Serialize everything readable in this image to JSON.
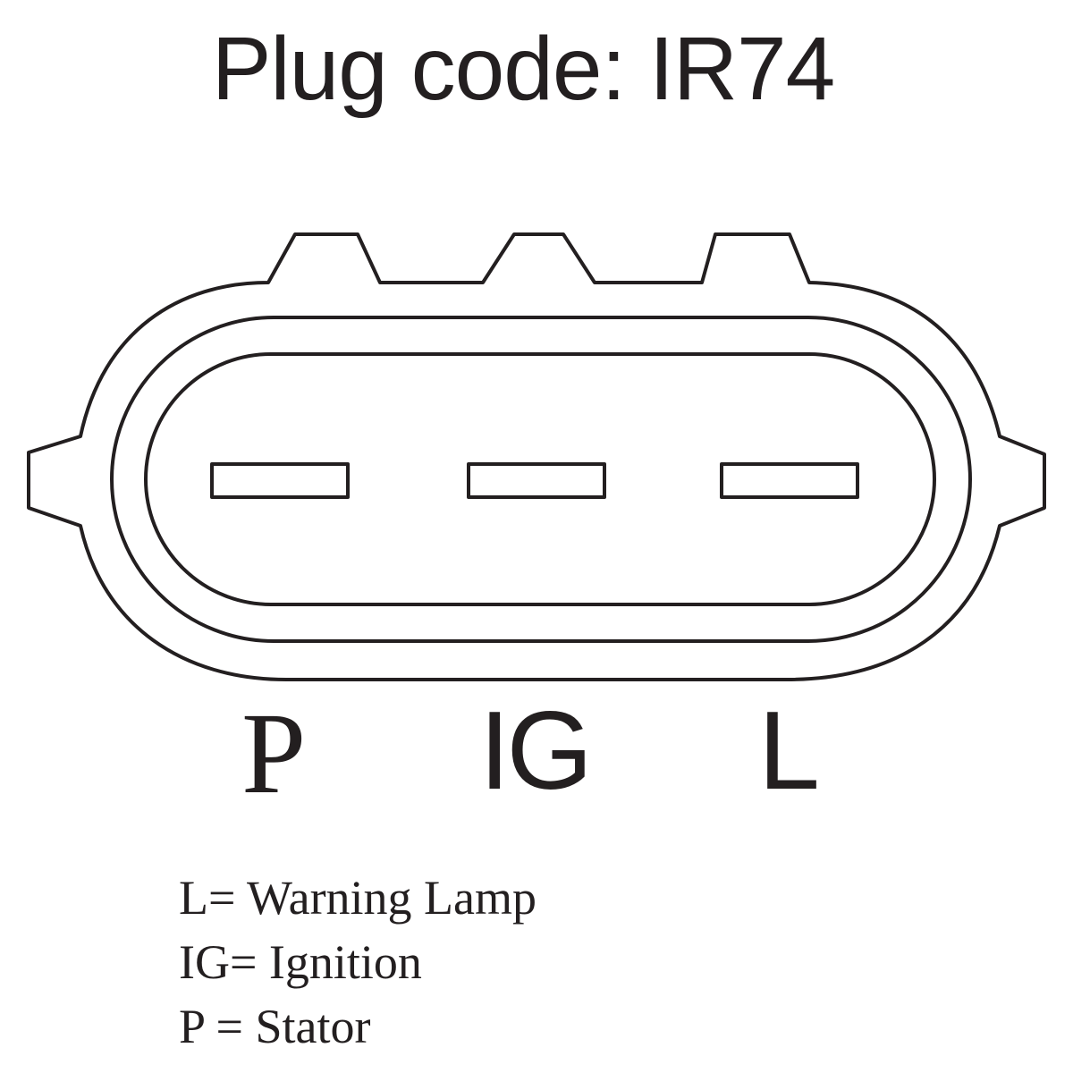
{
  "title": "Plug code: IR74",
  "pins": [
    {
      "code": "P"
    },
    {
      "code": "IG"
    },
    {
      "code": "L"
    }
  ],
  "legend": [
    {
      "text": "L= Warning Lamp"
    },
    {
      "text": "IG= Ignition"
    },
    {
      "text": "P = Stator"
    }
  ],
  "colors": {
    "line": "#231f20",
    "background": "#ffffff"
  }
}
